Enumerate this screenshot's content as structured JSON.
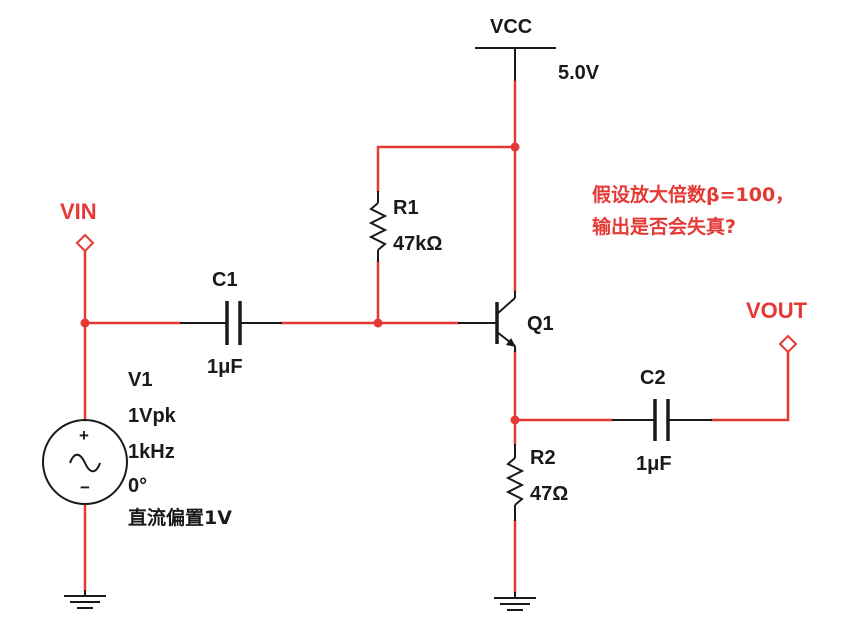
{
  "supply": {
    "name": "VCC",
    "value": "5.0V"
  },
  "annotation": {
    "line1": "假设放大倍数β=100，",
    "line2": "输出是否会失真?"
  },
  "ports": {
    "input": "VIN",
    "output": "VOUT"
  },
  "r1": {
    "ref": "R1",
    "value": "47kΩ"
  },
  "r2": {
    "ref": "R2",
    "value": "47Ω"
  },
  "c1": {
    "ref": "C1",
    "value": "1μF"
  },
  "c2": {
    "ref": "C2",
    "value": "1μF"
  },
  "q1": {
    "ref": "Q1"
  },
  "v1": {
    "ref": "V1",
    "amplitude": "1Vpk",
    "frequency": "1kHz",
    "phase": "0°",
    "offset": "直流偏置1V",
    "plus": "+",
    "minus": "−"
  },
  "colors": {
    "wire": "#e53935",
    "component": "#1a1a1a",
    "annotation": "#e53935"
  },
  "icons": {
    "ac_source": "ac-source-icon",
    "ground": "ground-icon",
    "transistor": "npn-transistor-icon",
    "capacitor": "capacitor-icon",
    "resistor": "resistor-icon"
  }
}
